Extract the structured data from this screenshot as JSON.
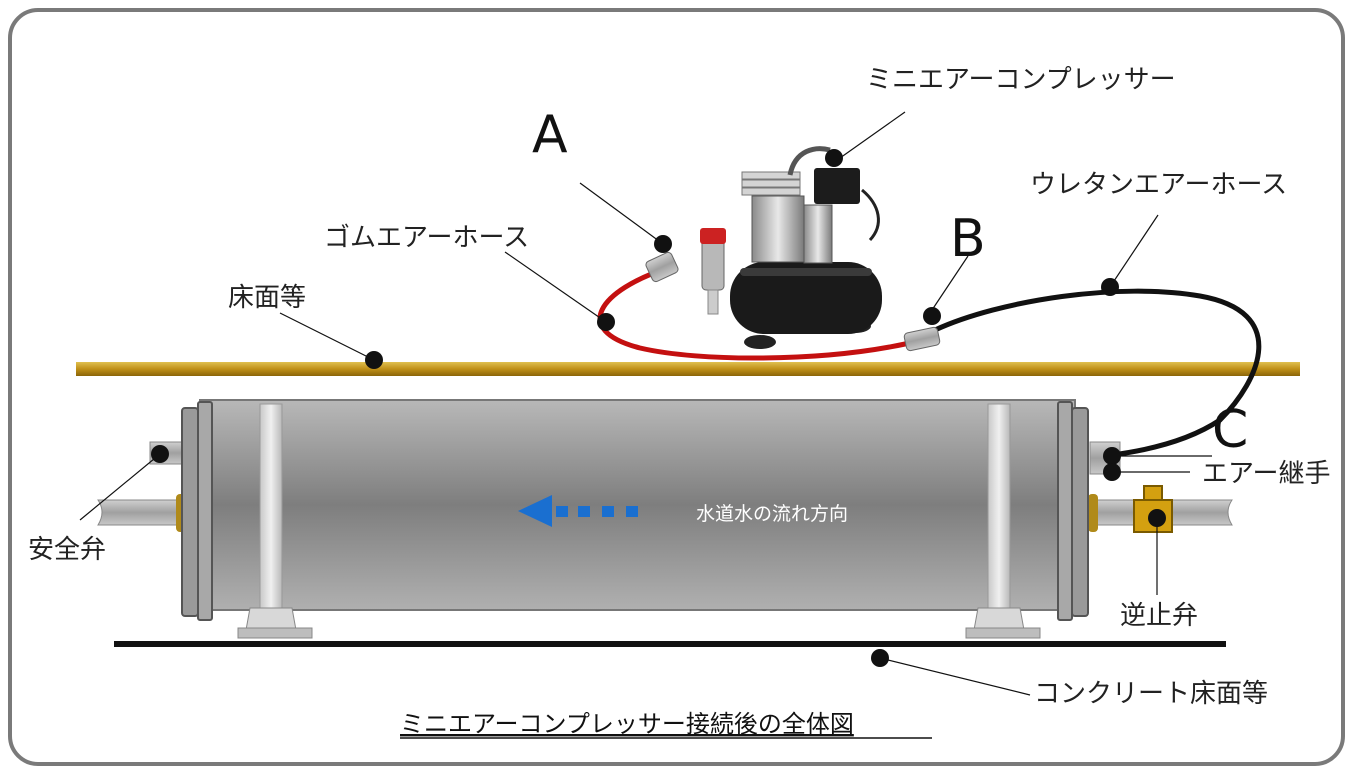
{
  "labels": {
    "compressor": "ミニエアーコンプレッサー",
    "urethane_hose": "ウレタンエアーホース",
    "rubber_hose": "ゴムエアーホース",
    "floor": "床面等",
    "flow": "水道水の流れ方向",
    "air_joint": "エアー継手",
    "safety_valve": "安全弁",
    "check_valve": "逆止弁",
    "concrete_floor": "コンクリート床面等"
  },
  "markers": {
    "a": "A",
    "b": "B",
    "c": "C"
  },
  "caption": "ミニエアーコンプレッサー接続後の全体図",
  "colors": {
    "frame": "#7a7a7a",
    "rubber_hose": "#cc1111",
    "urethane_hose": "#111111",
    "floor_bar": "#c8a020",
    "tank": "#8a8a8a",
    "flow_arrow": "#1a6fd0",
    "brass": "#c8960a"
  }
}
